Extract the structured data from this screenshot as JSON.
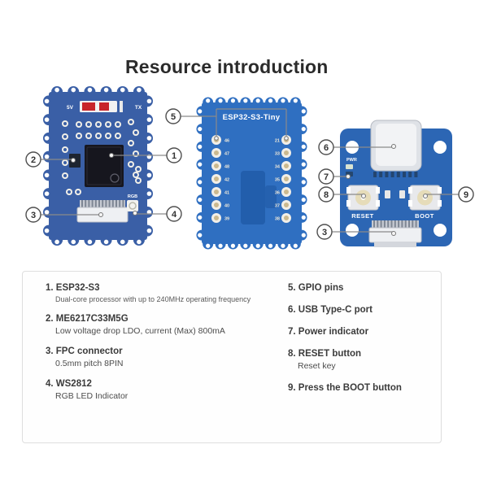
{
  "title": "Resource introduction",
  "boards": {
    "front": {
      "top_left_label": "5V",
      "top_right_label": "TX",
      "rgb_label": "RGB"
    },
    "back": {
      "silkscreen": "ESP32-S3-Tiny",
      "left_pins": [
        "46",
        "47",
        "48",
        "42",
        "41",
        "40",
        "39"
      ],
      "right_pins": [
        "21",
        "33",
        "34",
        "35",
        "36",
        "37",
        "38"
      ]
    },
    "adapter": {
      "pwr_label": "PWR",
      "reset_label": "RESET",
      "boot_label": "BOOT"
    }
  },
  "callouts": {
    "c1": "1",
    "c2": "2",
    "c3": "3",
    "c4": "4",
    "c5": "5",
    "c6": "6",
    "c7": "7",
    "c8": "8",
    "c9": "9"
  },
  "legend": {
    "left": [
      {
        "h": "1. ESP32-S3",
        "d": "Dual-core processor with up to 240MHz operating frequency"
      },
      {
        "h": "2. ME6217C33M5G",
        "d": "Low voltage drop LDO, current (Max) 800mA"
      },
      {
        "h": "3. FPC connector",
        "d": "0.5mm pitch 8PIN"
      },
      {
        "h": "4. WS2812",
        "d": "RGB LED Indicator"
      }
    ],
    "right": [
      {
        "h": "5. GPIO pins",
        "d": ""
      },
      {
        "h": "6. USB Type-C port",
        "d": ""
      },
      {
        "h": "7. Power indicator",
        "d": ""
      },
      {
        "h": "8. RESET button",
        "d": "Reset key"
      },
      {
        "h": "9. Press the BOOT button",
        "d": ""
      }
    ]
  },
  "colors": {
    "pcb_front": "#3a5fa6",
    "pcb_back": "#2f6fc1",
    "pcb_adapter": "#2c66b4",
    "accent_red": "#c8252b"
  }
}
